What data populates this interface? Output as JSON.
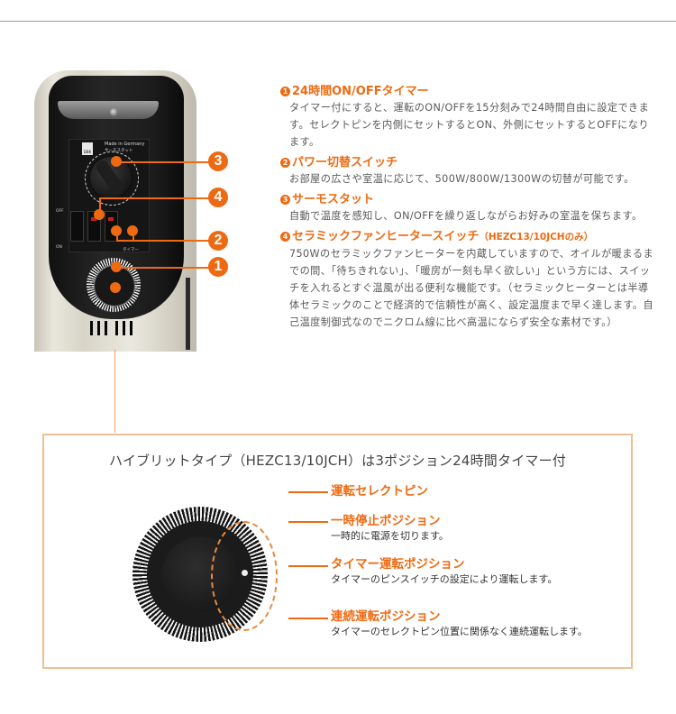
{
  "features": [
    {
      "num": "1",
      "title": "24時間ON/OFFタイマー",
      "subtitle": "",
      "body": "タイマー付にすると、運転のON/OFFを15分刻みで24時間自由に設定できます。セレクトピンを内側にセットするとON、外側にセットするとOFFになります。"
    },
    {
      "num": "2",
      "title": "パワー切替スイッチ",
      "subtitle": "",
      "body": "お部屋の広さや室温に応じて、500W/800W/1300Wの切替が可能です。"
    },
    {
      "num": "3",
      "title": "サーモスタット",
      "subtitle": "",
      "body": "自動で温度を感知し、ON/OFFを繰り返しながらお好みの室温を保ちます。"
    },
    {
      "num": "4",
      "title": "セラミックファンヒータースイッチ",
      "subtitle": "（HEZC13/10JCHのみ）",
      "body": "750Wのセラミックファンヒーターを内蔵していますので、オイルが暖まるまでの間、「待ちきれない」、「暖房が一刻も早く欲しい」という方には、スイッチを入れるとすぐ温風が出る便利な機能です。（セラミックヒーターとは半導体セラミックのことで経済的で信頼性が高く、設定温度まで早く達します。自己温度制御式なのでニクロム線に比べ高温にならず安全な素材です。）"
    }
  ],
  "heater": {
    "made_in": "Made in Germany",
    "thermostat_label": "サーモスタット",
    "logo": "DBK",
    "switch_off": "OFF",
    "switch_on": "ON",
    "timer_label": "タイマー",
    "callouts": [
      "3",
      "4",
      "2",
      "1"
    ]
  },
  "timer_panel": {
    "title": "ハイブリットタイプ（HEZC13/10JCH）は3ポジション24時間タイマー付",
    "positions": [
      {
        "title": "運転セレクトピン",
        "desc": ""
      },
      {
        "title": "一時停止ポジション",
        "desc": "一時的に電源を切ります。"
      },
      {
        "title": "タイマー運転ポジション",
        "desc": "タイマーのピンスイッチの設定により運転します。"
      },
      {
        "title": "連続運転ポジション",
        "desc": "タイマーのセレクトピン位置に関係なく連続運転します。"
      }
    ]
  },
  "colors": {
    "accent": "#ee6a12",
    "box_border": "#efbf94",
    "body_text": "#5a5a5a"
  }
}
